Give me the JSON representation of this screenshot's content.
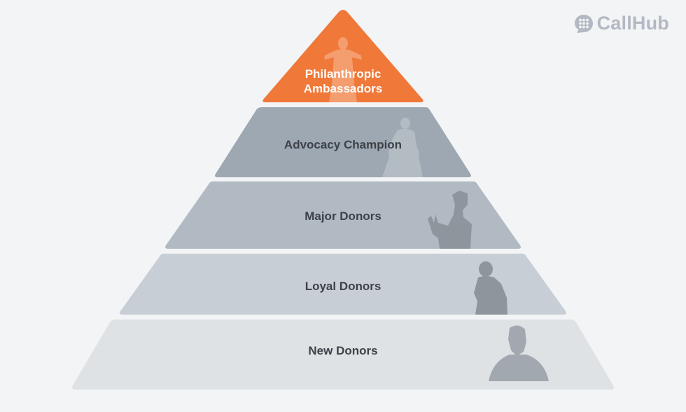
{
  "brand": {
    "name": "CallHub",
    "logo_color": "#b3b9c3"
  },
  "background_color": "#f3f4f6",
  "pyramid": {
    "tiers": [
      {
        "label_lines": [
          "Philanthropic",
          "Ambassadors"
        ],
        "fill": "#f07838",
        "text_color": "#ffffff",
        "figure_icon": "ambassador-figure-icon"
      },
      {
        "label_lines": [
          "Advocacy Champion"
        ],
        "fill": "#9ea8b3",
        "text_color": "#3d4148",
        "figure_icon": "champion-figure-icon"
      },
      {
        "label_lines": [
          "Major Donors"
        ],
        "fill": "#b1b9c3",
        "text_color": "#3d4148",
        "figure_icon": "major-donor-figure-icon"
      },
      {
        "label_lines": [
          "Loyal Donors"
        ],
        "fill": "#c8ced6",
        "text_color": "#3d4148",
        "figure_icon": "loyal-donor-figure-icon"
      },
      {
        "label_lines": [
          "New Donors"
        ],
        "fill": "#dfe2e5",
        "text_color": "#3d4148",
        "figure_icon": "new-donor-figure-icon"
      }
    ]
  }
}
